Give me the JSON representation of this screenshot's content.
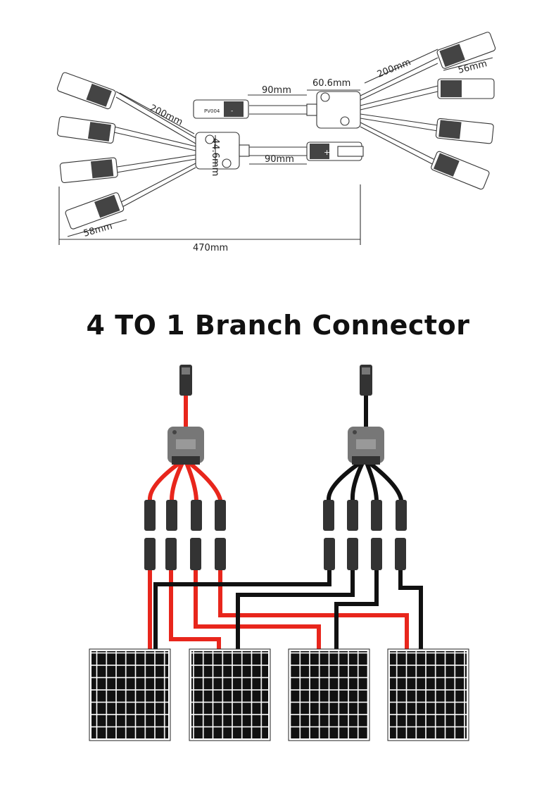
{
  "title": "4 TO 1 Branch Connector",
  "dimensions": {
    "cable_left_length": "200mm",
    "cable_right_length": "200mm",
    "extension_top": "90mm",
    "extension_bottom": "90mm",
    "branch_width": "60.6mm",
    "branch_height": "44.6mm",
    "connector_left_length": "58mm",
    "connector_right_length": "56mm",
    "total_length": "470mm"
  },
  "connector_marks": {
    "plus_sign": "+",
    "minus_sign": "-",
    "model_label": "PV004"
  },
  "colors": {
    "positive_cable": "#e8261c",
    "negative_cable": "#111111",
    "panel_cell": "#111111",
    "panel_grid": "#ffffff",
    "connector_body": "#3a3a3a",
    "branch_body": "#8a8a8a"
  },
  "icons": [
    "mc4-connector-icon",
    "branch-hub-icon",
    "solar-panel-icon"
  ]
}
